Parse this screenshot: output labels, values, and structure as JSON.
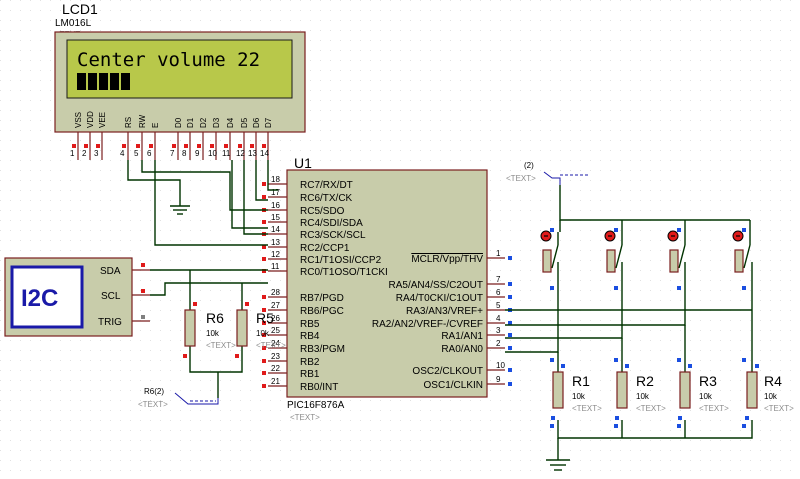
{
  "lcd": {
    "ref": "LCD1",
    "model": "LM016L",
    "text_placeholder": "<TEXT>",
    "line1": "Center volume 22",
    "bar_segments": 5,
    "pin_labels": [
      "VSS",
      "VDD",
      "VEE",
      "RS",
      "RW",
      "E",
      "D0",
      "D1",
      "D2",
      "D3",
      "D4",
      "D5",
      "D6",
      "D7"
    ],
    "pin_numbers": [
      "1",
      "2",
      "3",
      "4",
      "5",
      "6",
      "7",
      "8",
      "9",
      "10",
      "11",
      "12",
      "13",
      "14"
    ]
  },
  "mcu": {
    "ref": "U1",
    "part": "PIC16F876A",
    "text_placeholder": "<TEXT>",
    "left_pins": [
      {
        "num": "18",
        "name": "RC7/RX/DT"
      },
      {
        "num": "17",
        "name": "RC6/TX/CK"
      },
      {
        "num": "16",
        "name": "RC5/SDO"
      },
      {
        "num": "15",
        "name": "RC4/SDI/SDA"
      },
      {
        "num": "14",
        "name": "RC3/SCK/SCL"
      },
      {
        "num": "13",
        "name": "RC2/CCP1"
      },
      {
        "num": "12",
        "name": "RC1/T1OSI/CCP2"
      },
      {
        "num": "11",
        "name": "RC0/T1OSO/T1CKI"
      },
      {
        "num": "28",
        "name": "RB7/PGD"
      },
      {
        "num": "27",
        "name": "RB6/PGC"
      },
      {
        "num": "26",
        "name": "RB5"
      },
      {
        "num": "25",
        "name": "RB4"
      },
      {
        "num": "24",
        "name": "RB3/PGM"
      },
      {
        "num": "23",
        "name": "RB2"
      },
      {
        "num": "22",
        "name": "RB1"
      },
      {
        "num": "21",
        "name": "RB0/INT"
      }
    ],
    "right_pins": [
      {
        "num": "1",
        "name": "MCLR/Vpp/THV"
      },
      {
        "num": "7",
        "name": "RA5/AN4/SS/C2OUT"
      },
      {
        "num": "6",
        "name": "RA4/T0CKI/C1OUT"
      },
      {
        "num": "5",
        "name": "RA3/AN3/VREF+"
      },
      {
        "num": "4",
        "name": "RA2/AN2/VREF-/CVREF"
      },
      {
        "num": "3",
        "name": "RA1/AN1"
      },
      {
        "num": "2",
        "name": "RA0/AN0"
      },
      {
        "num": "10",
        "name": "OSC2/CLKOUT"
      },
      {
        "num": "9",
        "name": "OSC1/CLKIN"
      }
    ]
  },
  "i2c": {
    "label": "I2C",
    "pins": [
      "SDA",
      "SCL",
      "TRIG"
    ]
  },
  "resistors": [
    {
      "ref": "R6",
      "value": "10k",
      "placeholder": "<TEXT>"
    },
    {
      "ref": "R5",
      "value": "10k",
      "placeholder": "<TEXT>"
    },
    {
      "ref": "R1",
      "value": "10k",
      "placeholder": "<TEXT>"
    },
    {
      "ref": "R2",
      "value": "10k",
      "placeholder": "<TEXT>"
    },
    {
      "ref": "R3",
      "value": "10k",
      "placeholder": "<TEXT>"
    },
    {
      "ref": "R4",
      "value": "10k",
      "placeholder": "<TEXT>"
    }
  ],
  "power_top": {
    "label": "(2)",
    "placeholder": "<TEXT>"
  },
  "power_r6": {
    "label": "R6(2)",
    "placeholder": "<TEXT>"
  }
}
